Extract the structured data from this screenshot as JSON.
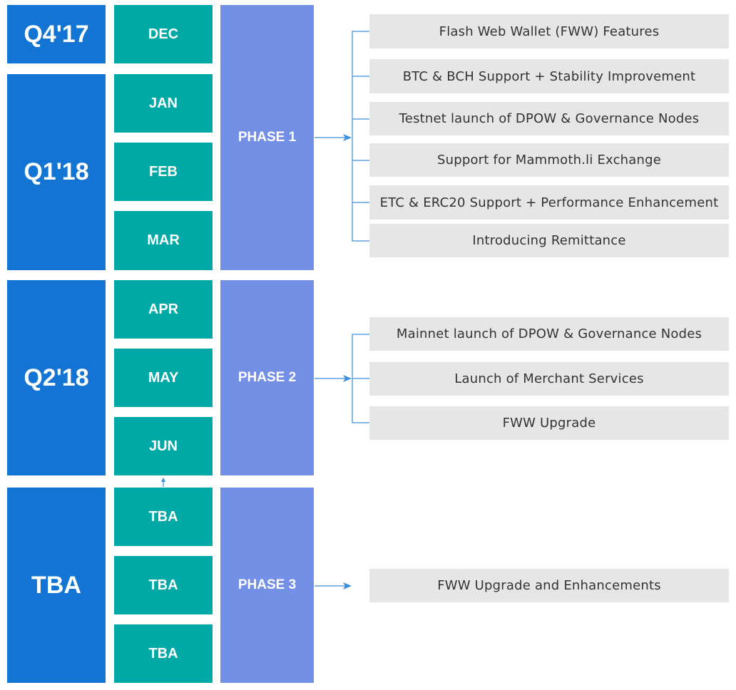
{
  "colors": {
    "quarter": "#1474d4",
    "month": "#00a9a5",
    "phase": "#748fe6",
    "feature": "#e6e6e6",
    "connector": "#3a8fdb"
  },
  "quarters": [
    "Q4'17",
    "Q1'18",
    "Q2'18",
    "TBA"
  ],
  "months": [
    "DEC",
    "JAN",
    "FEB",
    "MAR",
    "APR",
    "MAY",
    "JUN",
    "TBA",
    "TBA",
    "TBA"
  ],
  "phases": [
    "PHASE 1",
    "PHASE 2",
    "PHASE 3"
  ],
  "features": [
    "Flash Web Wallet (FWW) Features",
    "BTC & BCH Support + Stability Improvement",
    "Testnet launch of DPOW & Governance Nodes",
    "Support for Mammoth.li Exchange",
    "ETC & ERC20 Support + Performance Enhancement",
    "Introducing Remittance",
    "Mainnet launch of DPOW & Governance Nodes",
    "Launch of Merchant Services",
    "FWW Upgrade",
    "FWW Upgrade and Enhancements"
  ]
}
